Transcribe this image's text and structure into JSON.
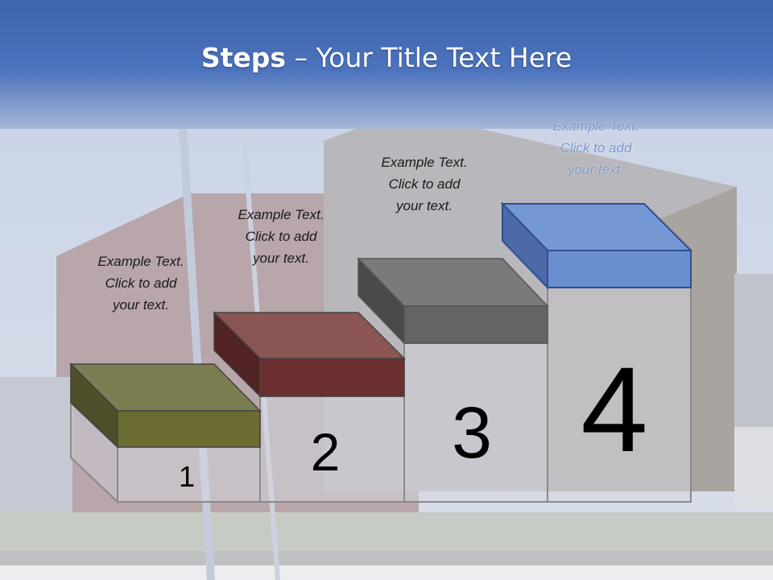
{
  "slide": {
    "title_bold": "Steps",
    "title_rest": " – Your Title Text Here"
  },
  "steps": [
    {
      "number": "1",
      "caption": "Example Text.\nClick  to add\nyour text.",
      "color": "#6b6b32"
    },
    {
      "number": "2",
      "caption": "Example Text.\nClick  to add\nyour text.",
      "color": "#6b2f2f"
    },
    {
      "number": "3",
      "caption": "Example Text.\nClick  to add\nyour text.",
      "color": "#646464"
    },
    {
      "number": "4",
      "caption": "Example Text.\nClick  to add\nyour text.",
      "color": "#7498d4"
    }
  ]
}
